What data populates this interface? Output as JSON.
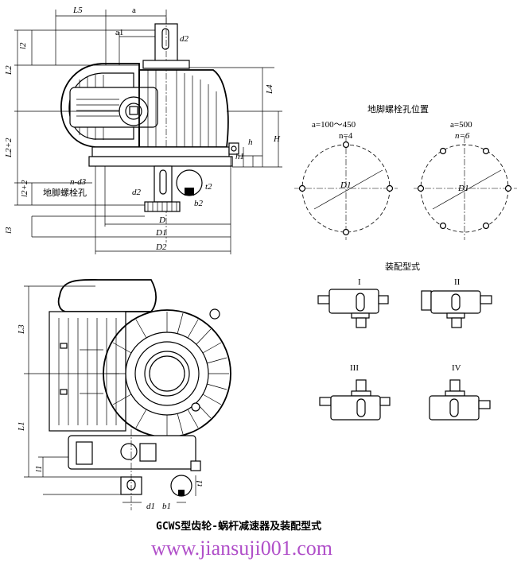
{
  "top_view": {
    "dims": {
      "L5": "L5",
      "a": "a",
      "a1": "a1",
      "d2_top": "d2",
      "l2": "l2",
      "L2": "L2",
      "L4": "L4",
      "H": "H",
      "h": "h",
      "h1": "h1",
      "L2_plus_2": "L2+2",
      "l2_plus_2": "l2+2",
      "n_d3": "n-d3",
      "d2_bottom": "d2",
      "t2": "t2",
      "b2": "b2",
      "l3": "l3",
      "D": "D",
      "D1": "D1",
      "D2": "D2"
    },
    "label_foot_bolt_hole": "地脚螺栓孔"
  },
  "bolt_positions": {
    "title": "地脚螺栓孔位置",
    "left": {
      "a_range": "a=100～450",
      "n": "n=4",
      "D1": "D1"
    },
    "right": {
      "a_range": "a=500",
      "n": "n=6",
      "D1": "D1"
    }
  },
  "assembly": {
    "title": "装配型式",
    "types": [
      "I",
      "II",
      "III",
      "IV"
    ]
  },
  "side_view": {
    "dims": {
      "L3": "L3",
      "L1": "L1",
      "l1": "l1",
      "d1": "d1",
      "b1": "b1",
      "t1": "t1"
    }
  },
  "caption": "GCWS型齿轮-蜗杆减速器及装配型式",
  "watermark": "www.jiansuji001.com"
}
